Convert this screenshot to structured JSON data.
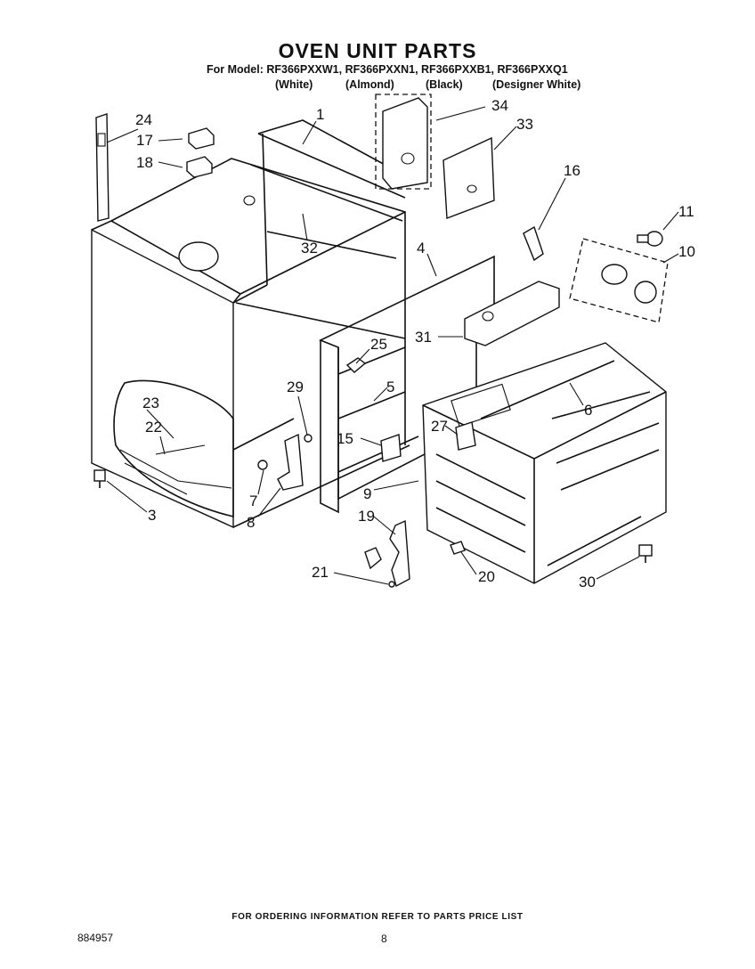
{
  "header": {
    "title": "OVEN UNIT PARTS",
    "models_line": "For Model: RF366PXXW1, RF366PXXN1, RF366PXXB1, RF366PXXQ1",
    "colors": [
      "(White)",
      "(Almond)",
      "(Black)",
      "(Designer White)"
    ]
  },
  "callouts": [
    "1",
    "3",
    "4",
    "5",
    "6",
    "7",
    "8",
    "9",
    "10",
    "11",
    "15",
    "16",
    "17",
    "18",
    "19",
    "20",
    "21",
    "22",
    "23",
    "24",
    "25",
    "27",
    "29",
    "30",
    "31",
    "32",
    "33",
    "34"
  ],
  "footer": {
    "ordering_note": "FOR ORDERING INFORMATION REFER TO PARTS PRICE LIST",
    "doc_number": "884957",
    "page_number": "8"
  }
}
